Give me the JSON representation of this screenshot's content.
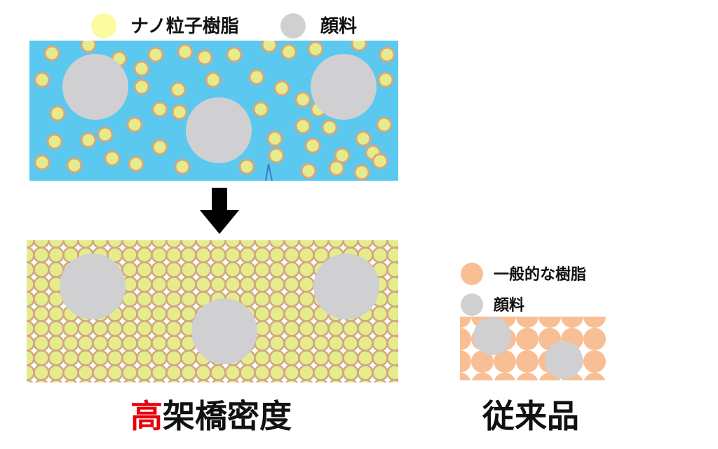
{
  "legend_top": {
    "nano_resin": "ナノ粒子樹脂",
    "pigment": "顔料"
  },
  "legend_right": {
    "general_resin": "一般的な樹脂",
    "pigment": "顔料"
  },
  "captions": {
    "high_crosslink_first": "高",
    "high_crosslink_rest": "架橋密度",
    "conventional": "従来品"
  },
  "colors": {
    "liquid_blue": "#5bc8f0",
    "nano_particle": "#e6ec8c",
    "nano_ring": "#d0a882",
    "pigment_gray": "#d0d0d2",
    "general_resin_orange": "#f8bf94",
    "legend_yellow": "#fdfba0",
    "accent_red": "#e8000b",
    "arrow_black": "#000000"
  }
}
